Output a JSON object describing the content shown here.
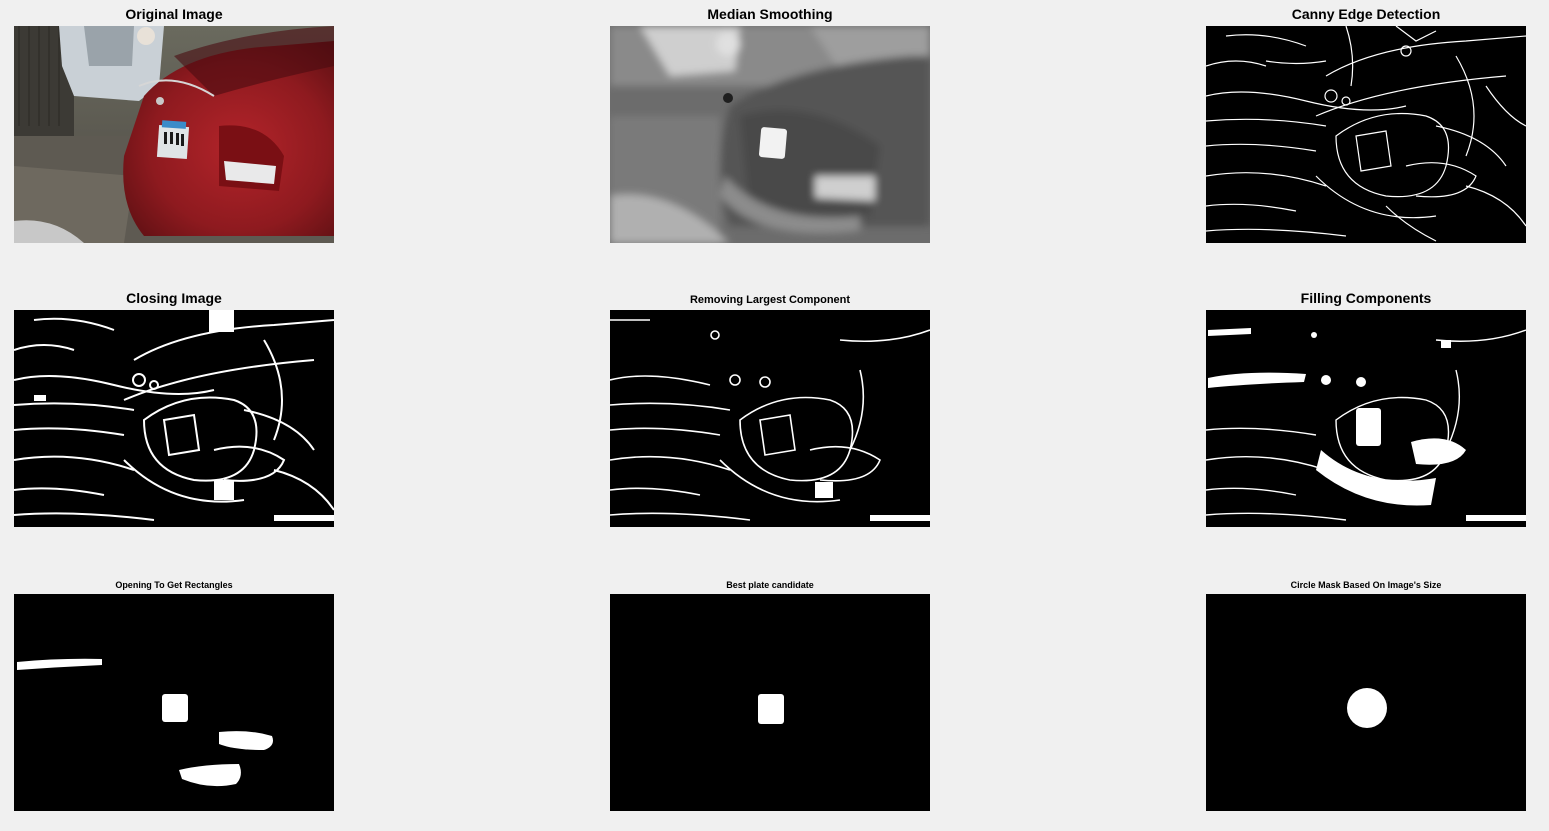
{
  "figure": {
    "background": "#f0f0f0",
    "panels": [
      {
        "title": "Original Image",
        "image": "car-photo"
      },
      {
        "title": "Median Smoothing",
        "image": "grayscale-smoothed"
      },
      {
        "title": "Canny Edge Detection",
        "image": "edge-map"
      },
      {
        "title": "Closing Image",
        "image": "closed-edge-map"
      },
      {
        "title": "Removing Largest Component",
        "image": "edge-map-largest-removed"
      },
      {
        "title": "Filling Components",
        "image": "filled-components"
      },
      {
        "title": "Opening To Get Rectangles",
        "image": "opened-rectangles"
      },
      {
        "title": "Best plate candidate",
        "image": "plate-candidate"
      },
      {
        "title": "Circle Mask Based On Image's Size",
        "image": "circle-mask"
      }
    ]
  }
}
